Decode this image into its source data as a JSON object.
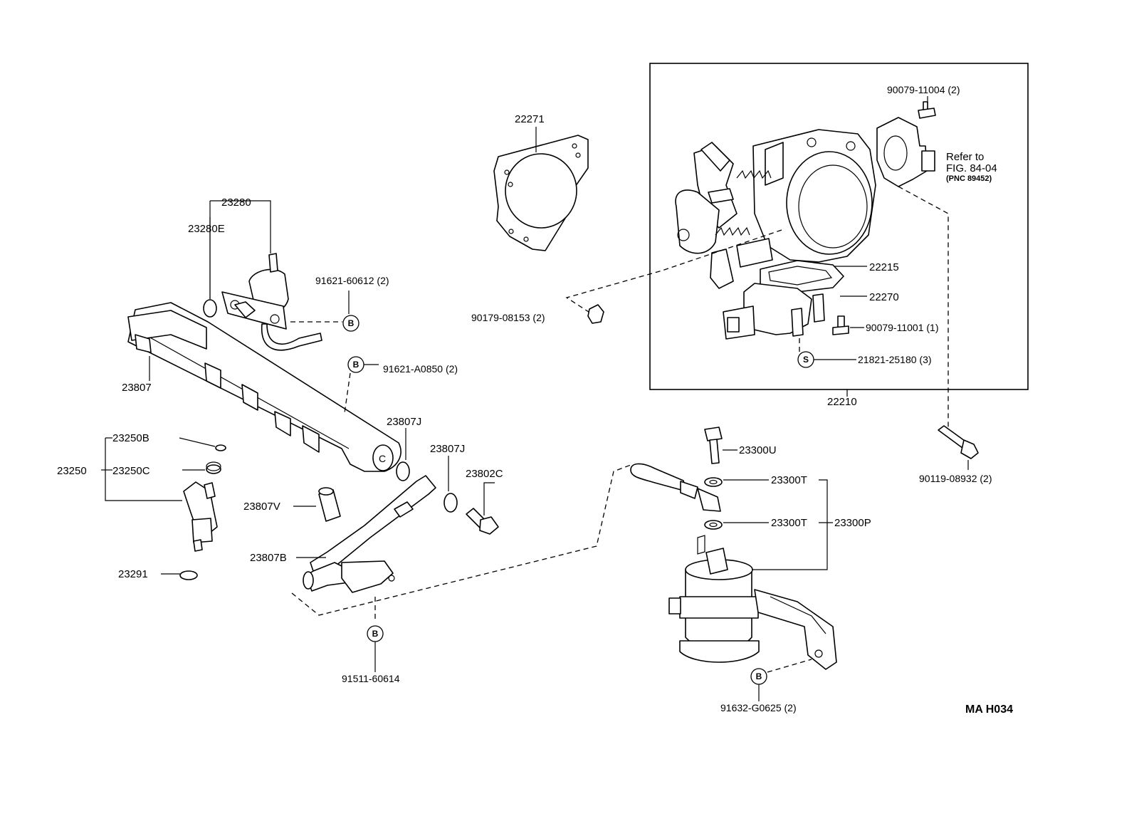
{
  "part_numbers": {
    "p22271": "22271",
    "p23280": "23280",
    "p23280E": "23280E",
    "p91621_60612": "91621-60612 (2)",
    "p23807": "23807",
    "p91621_A0850": "91621-A0850 (2)",
    "p23250B": "23250B",
    "p23250": "23250",
    "p23250C": "23250C",
    "p23807J_a": "23807J",
    "p23807J_b": "23807J",
    "p23802C": "23802C",
    "p23807V": "23807V",
    "p23807B": "23807B",
    "p23291": "23291",
    "p91511_60614": "91511-60614",
    "p90079_11004": "90079-11004 (2)",
    "refer_line1": "Refer to",
    "refer_line2": "FIG. 84-04",
    "refer_line3": "(PNC 89452)",
    "p22215": "22215",
    "p22270": "22270",
    "p90079_11001": "90079-11001 (1)",
    "p21821_25180": "21821-25180 (3)",
    "p22210": "22210",
    "p90179_08153": "90179-08153 (2)",
    "p90119_08932": "90119-08932 (2)",
    "p23300U": "23300U",
    "p23300T_a": "23300T",
    "p23300T_b": "23300T",
    "p23300P": "23300P",
    "p91632_G0625": "91632-G0625 (2)",
    "illustration_code": "MA H034"
  },
  "symbols": {
    "b": "B",
    "s": "S"
  }
}
